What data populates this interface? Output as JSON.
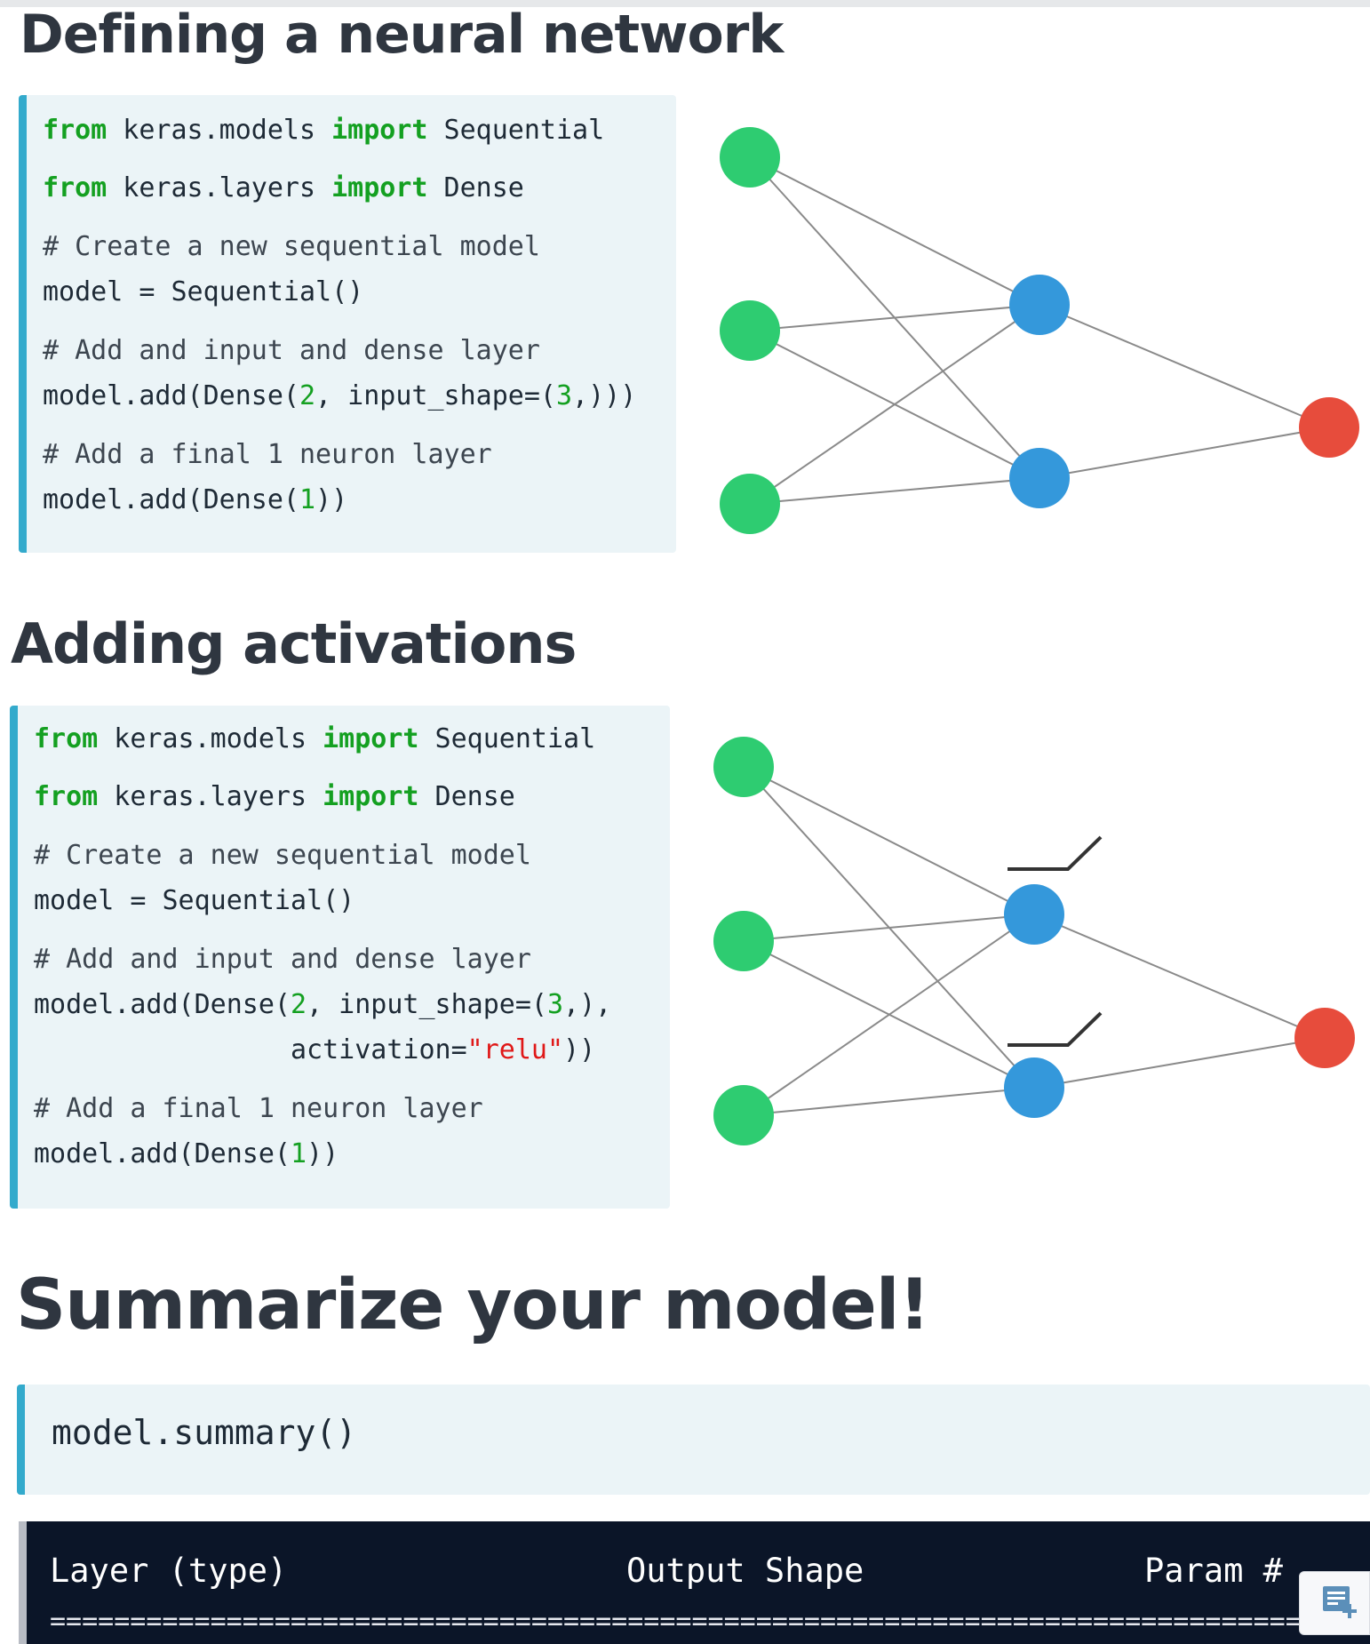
{
  "sections": [
    {
      "title": "Defining a neural network",
      "code": {
        "line1": {
          "kw1": "from",
          "mid": " keras.models ",
          "kw2": "import",
          "rest": " Sequential"
        },
        "line2": {
          "kw1": "from",
          "mid": " keras.layers ",
          "kw2": "import",
          "rest": " Dense"
        },
        "comment1": "# Create a new sequential model",
        "line4": "model = Sequential()",
        "comment2": "# Add and input and dense layer",
        "line6": {
          "a": "model.add(Dense(",
          "n1": "2",
          "b": ", input_shape=(",
          "n2": "3",
          "c": ",)))"
        },
        "comment3": "# Add a final 1 neuron layer",
        "line8": {
          "a": "model.add(Dense(",
          "n1": "1",
          "b": "))"
        }
      }
    },
    {
      "title": "Adding activations",
      "code": {
        "line1": {
          "kw1": "from",
          "mid": " keras.models ",
          "kw2": "import",
          "rest": " Sequential"
        },
        "line2": {
          "kw1": "from",
          "mid": " keras.layers ",
          "kw2": "import",
          "rest": " Dense"
        },
        "comment1": "# Create a new sequential model",
        "line4": "model = Sequential()",
        "comment2": "# Add and input and dense layer",
        "line6": {
          "a": "model.add(Dense(",
          "n1": "2",
          "b": ", input_shape=(",
          "n2": "3",
          "c": ",),"
        },
        "line7": {
          "a": "                activation=",
          "s": "\"relu\"",
          "b": "))"
        },
        "comment3": "# Add a final 1 neuron layer",
        "line9": {
          "a": "model.add(Dense(",
          "n1": "1",
          "b": "))"
        }
      }
    },
    {
      "title": "Summarize your model!",
      "code": "model.summary()",
      "output": {
        "col1": "Layer (type)",
        "col2": "Output Shape",
        "col3": "Param #",
        "rule": "================================================================================================"
      }
    }
  ],
  "network": {
    "input_color": "#2ecc71",
    "hidden_color": "#3498db",
    "output_color": "#e74c3c",
    "edge_color": "#8a8a8a",
    "activation_icon": "relu-icon"
  },
  "notes_icon": "add-note-icon"
}
